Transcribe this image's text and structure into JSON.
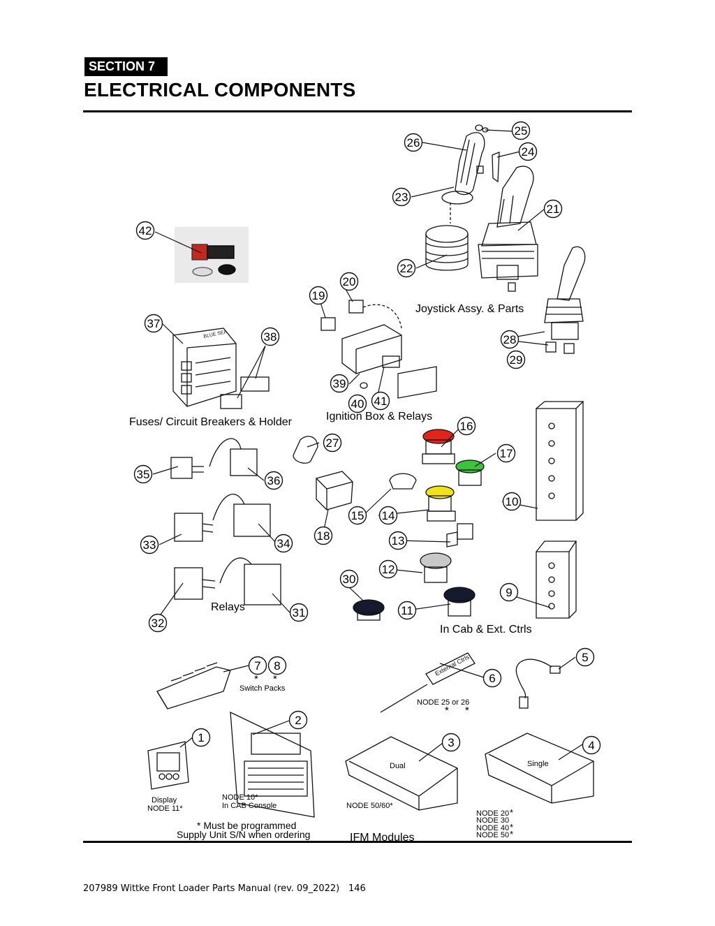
{
  "header": {
    "section": "SECTION  7",
    "title": "ELECTRICAL COMPONENTS"
  },
  "group_labels": {
    "joystick": "Joystick Assy. & Parts",
    "fuses": "Fuses/ Circuit Breakers & Holder",
    "ignition": "Ignition Box & Relays",
    "relays": "Relays",
    "in_cab": "In Cab & Ext. Ctrls",
    "switch_packs": "Switch Packs",
    "ifm_modules": "IFM Modules"
  },
  "part_labels": {
    "display": "Display",
    "display_node": "NODE 11*",
    "node10": "NODE 10*",
    "node10_sub": "In CAB Console",
    "node50": "NODE 50/60*",
    "node_2526": "NODE 25 or 26",
    "dual": "Dual",
    "single": "Single",
    "external_ctrls": "External Ctrls",
    "fuse_holder_brand": "BLUE SEA",
    "node_list": [
      "NODE 20",
      "NODE 30",
      "NODE 40",
      "NODE 50"
    ],
    "asterisk": "*"
  },
  "notes": {
    "programmed_line1": "*  Must be programmed",
    "programmed_line2": "Supply Unit S/N when ordering"
  },
  "callouts": [
    "1",
    "2",
    "3",
    "4",
    "5",
    "6",
    "7",
    "8",
    "9",
    "10",
    "11",
    "12",
    "13",
    "14",
    "15",
    "16",
    "17",
    "18",
    "19",
    "20",
    "21",
    "22",
    "23",
    "24",
    "25",
    "26",
    "27",
    "28",
    "29",
    "30",
    "31",
    "32",
    "33",
    "34",
    "35",
    "36",
    "37",
    "38",
    "39",
    "40",
    "41",
    "42"
  ],
  "colors": {
    "button_red": "#e0261b",
    "button_green": "#3cc43a",
    "button_yellow": "#f2e21a",
    "button_gray": "#c8c8c8",
    "button_black": "#151a2e"
  },
  "footer": {
    "manual": "207989 Wittke Front Loader Parts Manual (rev. 09_2022)",
    "page": "146"
  }
}
